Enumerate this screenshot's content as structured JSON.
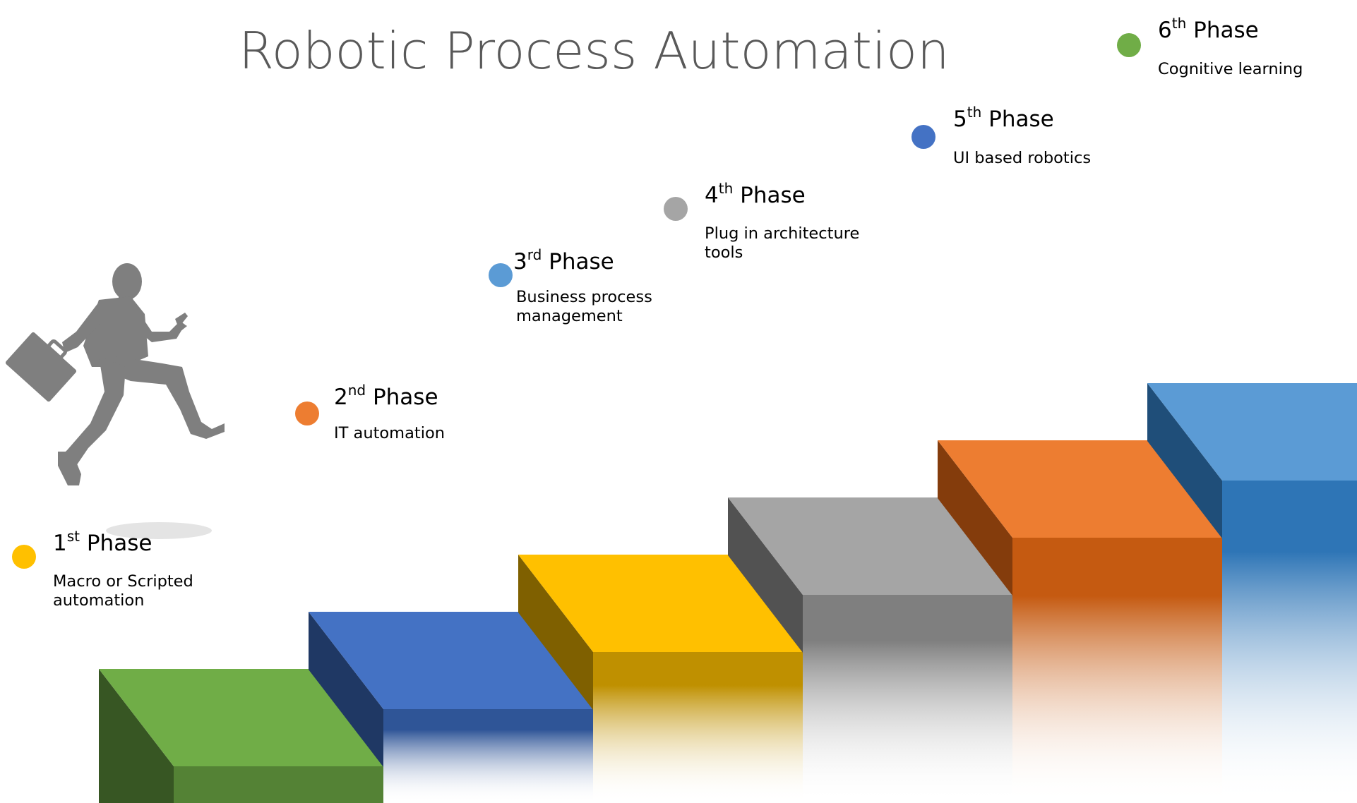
{
  "title": "Robotic Process Automation",
  "phases": [
    {
      "num": "1",
      "suffix": "st",
      "word": "Phase",
      "desc": "Macro or Scripted automation",
      "dot_color": "#FFC000"
    },
    {
      "num": "2",
      "suffix": "nd",
      "word": "Phase",
      "desc": "IT automation",
      "dot_color": "#ED7D31"
    },
    {
      "num": "3",
      "suffix": "rd",
      "word": "Phase",
      "desc": "Business process management",
      "dot_color": "#5B9BD5"
    },
    {
      "num": "4",
      "suffix": "th",
      "word": "Phase",
      "desc": "Plug in architecture tools",
      "dot_color": "#A5A5A5"
    },
    {
      "num": "5",
      "suffix": "th",
      "word": "Phase",
      "desc": "UI based robotics",
      "dot_color": "#4472C4"
    },
    {
      "num": "6",
      "suffix": "th",
      "word": "Phase",
      "desc": "Cognitive learning",
      "dot_color": "#70AD47"
    }
  ],
  "steps": [
    {
      "top": "#70AD47",
      "side": "#375623",
      "front": "#548235"
    },
    {
      "top": "#4472C4",
      "side": "#1F3864",
      "front": "#2F5597"
    },
    {
      "top": "#FFC000",
      "side": "#7F6000",
      "front": "#BF9000"
    },
    {
      "top": "#A5A5A5",
      "side": "#525252",
      "front": "#7F7F7F"
    },
    {
      "top": "#ED7D31",
      "side": "#843C0C",
      "front": "#C55A11"
    },
    {
      "top": "#5B9BD5",
      "side": "#1F4E79",
      "front": "#2E75B6"
    }
  ],
  "icons": {
    "runner": "businessman-running-icon"
  }
}
